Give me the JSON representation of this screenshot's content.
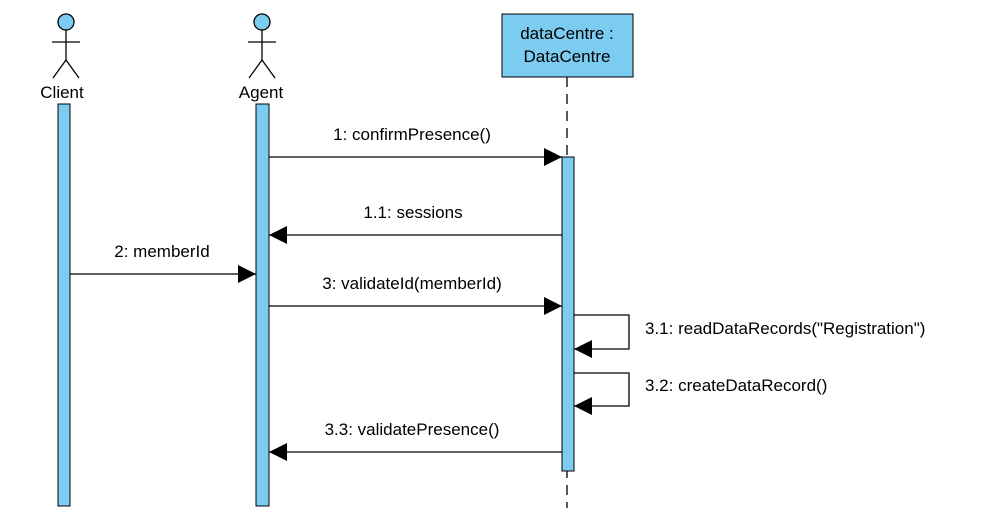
{
  "colors": {
    "activation_fill": "#7ccbf0",
    "stroke": "#000000",
    "background": "#ffffff"
  },
  "participants": [
    {
      "id": "client",
      "kind": "actor",
      "label": "Client"
    },
    {
      "id": "agent",
      "kind": "actor",
      "label": "Agent"
    },
    {
      "id": "dataCentre",
      "kind": "object",
      "label_line1": "dataCentre :",
      "label_line2": "DataCentre"
    }
  ],
  "messages": [
    {
      "id": "m1",
      "label": "1: confirmPresence()",
      "from": "agent",
      "to": "dataCentre",
      "kind": "call"
    },
    {
      "id": "m1_1",
      "label": "1.1: sessions",
      "from": "dataCentre",
      "to": "agent",
      "kind": "return"
    },
    {
      "id": "m2",
      "label": "2: memberId",
      "from": "client",
      "to": "agent",
      "kind": "call"
    },
    {
      "id": "m3",
      "label": "3: validateId(memberId)",
      "from": "agent",
      "to": "dataCentre",
      "kind": "call"
    },
    {
      "id": "m3_1",
      "label": "3.1: readDataRecords(\"Registration\")",
      "from": "dataCentre",
      "to": "dataCentre",
      "kind": "self"
    },
    {
      "id": "m3_2",
      "label": "3.2: createDataRecord()",
      "from": "dataCentre",
      "to": "dataCentre",
      "kind": "self"
    },
    {
      "id": "m3_3",
      "label": "3.3: validatePresence()",
      "from": "dataCentre",
      "to": "agent",
      "kind": "return"
    }
  ]
}
